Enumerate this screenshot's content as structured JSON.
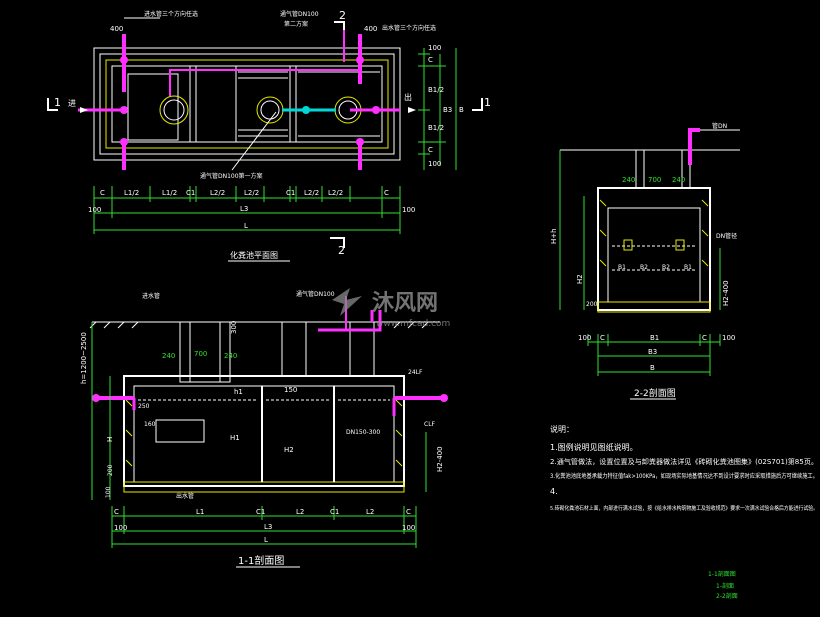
{
  "plan_view": {
    "title": "化粪池平面图",
    "section_marker_1_left": "1",
    "section_marker_1_right": "1",
    "section_marker_2_top": "2",
    "section_marker_2_bottom": "2",
    "inlet_label": "进",
    "outlet_label": "出",
    "top_dims": [
      "400",
      "400"
    ],
    "leader_inlet": "进水管三个方向任选",
    "leader_vent": "通气管DN100",
    "leader_vent_sub": "第二方案",
    "leader_outlet": "出水管三个方向任选",
    "leader_bottom": "通气管DN100第一方案",
    "right_dims": [
      "100",
      "C",
      "B1/2",
      "B3",
      "B",
      "B1/2",
      "C",
      "100"
    ],
    "bottom_dims_row1": [
      "C",
      "L1/2",
      "L1/2",
      "C1",
      "L2/2",
      "L2/2",
      "C1",
      "L2/2",
      "L2/2",
      "C"
    ],
    "bottom_dims_row2": [
      "100",
      "L3",
      "100"
    ],
    "bottom_dims_row3": [
      "L"
    ]
  },
  "section_2_2": {
    "title": "2-2剖面图",
    "top_dims": [
      "240",
      "700",
      "240"
    ],
    "pipe_label": "管DN",
    "left_dim": "H+h",
    "h2_label": "H2",
    "right_label": "H2-400",
    "b_dims": [
      "B1",
      "B2",
      "B2",
      "B1"
    ],
    "dim_200": "200",
    "inner_label": "DN管径",
    "bottom_dims_row1": [
      "100",
      "C",
      "B1",
      "C",
      "100"
    ],
    "bottom_dims_row2": [
      "B3"
    ],
    "bottom_dims_row3": [
      "B"
    ]
  },
  "section_1_1": {
    "title": "1-1剖面图",
    "left_dim": "h=1200~2500",
    "dim_H": "H",
    "dim_200": "200",
    "dim_100": "100",
    "top_dims": [
      "240",
      "700",
      "240"
    ],
    "dim_300": "300",
    "dim_h1": "h1",
    "dim_150": "150",
    "dim_H1": "H1",
    "dim_H2": "H2",
    "right_dims": [
      "H2-400"
    ],
    "label_vent": "通气管DN100",
    "label_inlet_pipe": "进水管",
    "label_outlet_pipe": "出水管",
    "label_250": "250",
    "label_200": "200",
    "label_160": "160",
    "label_dn150": "DN150-300",
    "label_24lf": "24LF",
    "label_clf": "CLF",
    "bottom_dims_row1": [
      "C",
      "L1",
      "C1",
      "L2",
      "C1",
      "L2",
      "C"
    ],
    "bottom_dims_row2": [
      "100",
      "L3",
      "100"
    ],
    "bottom_dims_row3": [
      "L"
    ]
  },
  "notes": {
    "heading": "说明：",
    "items": [
      "1.图例说明见图纸说明。",
      "2.通气管做法，设置位置及与卸粪器做法详见《砖砌化粪池图集》(02S701)第85页。",
      "3.化粪池池底地基承载力特征值fak>100KPa，如现场实际地基情况达不到设计要求时应采取措施后方可继续施工。",
      "4.",
      "5.砖砌化粪池石材上面，内部进行满水试验，按《给水排水构筑物施工及验收规范》要求一次满水试验合格后方能进行试验。"
    ]
  },
  "legend": {
    "title": "1-1剖面图",
    "line1": "1-剖面",
    "line2": "2-2剖面"
  },
  "watermark": {
    "brand": "沐风网",
    "url": "www.mfcad.com"
  },
  "colors": {
    "background": "#000000",
    "line": "#ffffff",
    "pipe": "#ff30ff",
    "dimension": "#30e030",
    "hatch": "#e8e800",
    "accent": "#00d8d8"
  }
}
